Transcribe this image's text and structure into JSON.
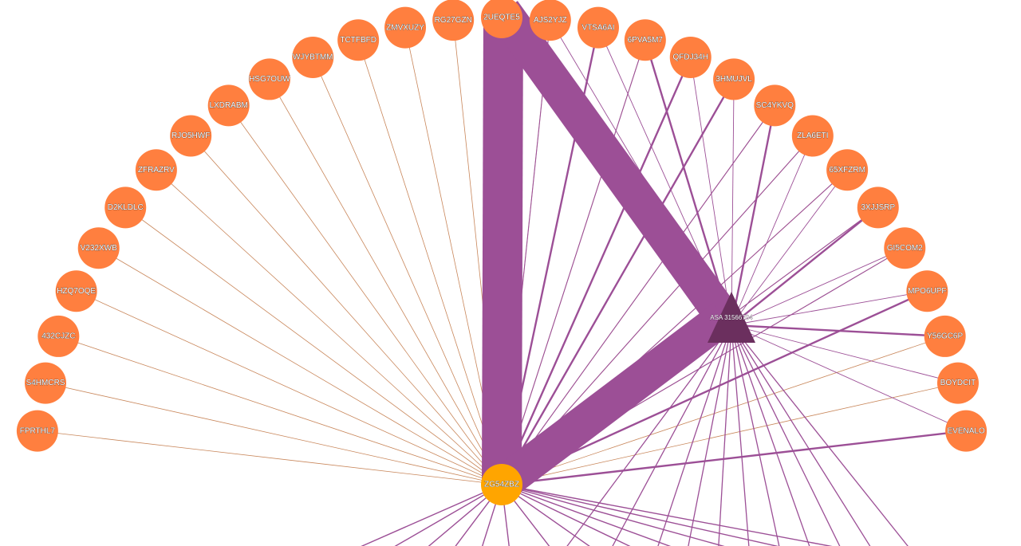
{
  "graph": {
    "center": {
      "label": "ZG54ZBZ"
    },
    "hub": {
      "label": "ASA 31566704"
    },
    "accounts": [
      "FPRTHL7",
      "S4HMCRS",
      "432CJZC",
      "HZQ7OQE",
      "V232XWB",
      "D2KLDLC",
      "ZFRAZRV",
      "RJO5HWF",
      "LXDRABM",
      "HSG7OUW",
      "WJYBTMM",
      "TCTFBFD",
      "ZMVXUZY",
      "RG27GZN",
      "2UEQTE5",
      "AJS2YJZ",
      "VTSA6AI",
      "6PVA5M7",
      "QFDJ34H",
      "3HMUJVL",
      "SC4YKVQ",
      "ZLA6ETI",
      "65XFZRM",
      "3XJJSRP",
      "GI5COM2",
      "MPO6UPF",
      "Y56GC6P",
      "BOYDCIT",
      "EVENALO"
    ],
    "colors": {
      "account": "#ff7f3f",
      "center": "#ffa500",
      "hub": "#6b2f5e",
      "link_center": "#c8865a",
      "link_hub": "#9c4f96"
    }
  }
}
